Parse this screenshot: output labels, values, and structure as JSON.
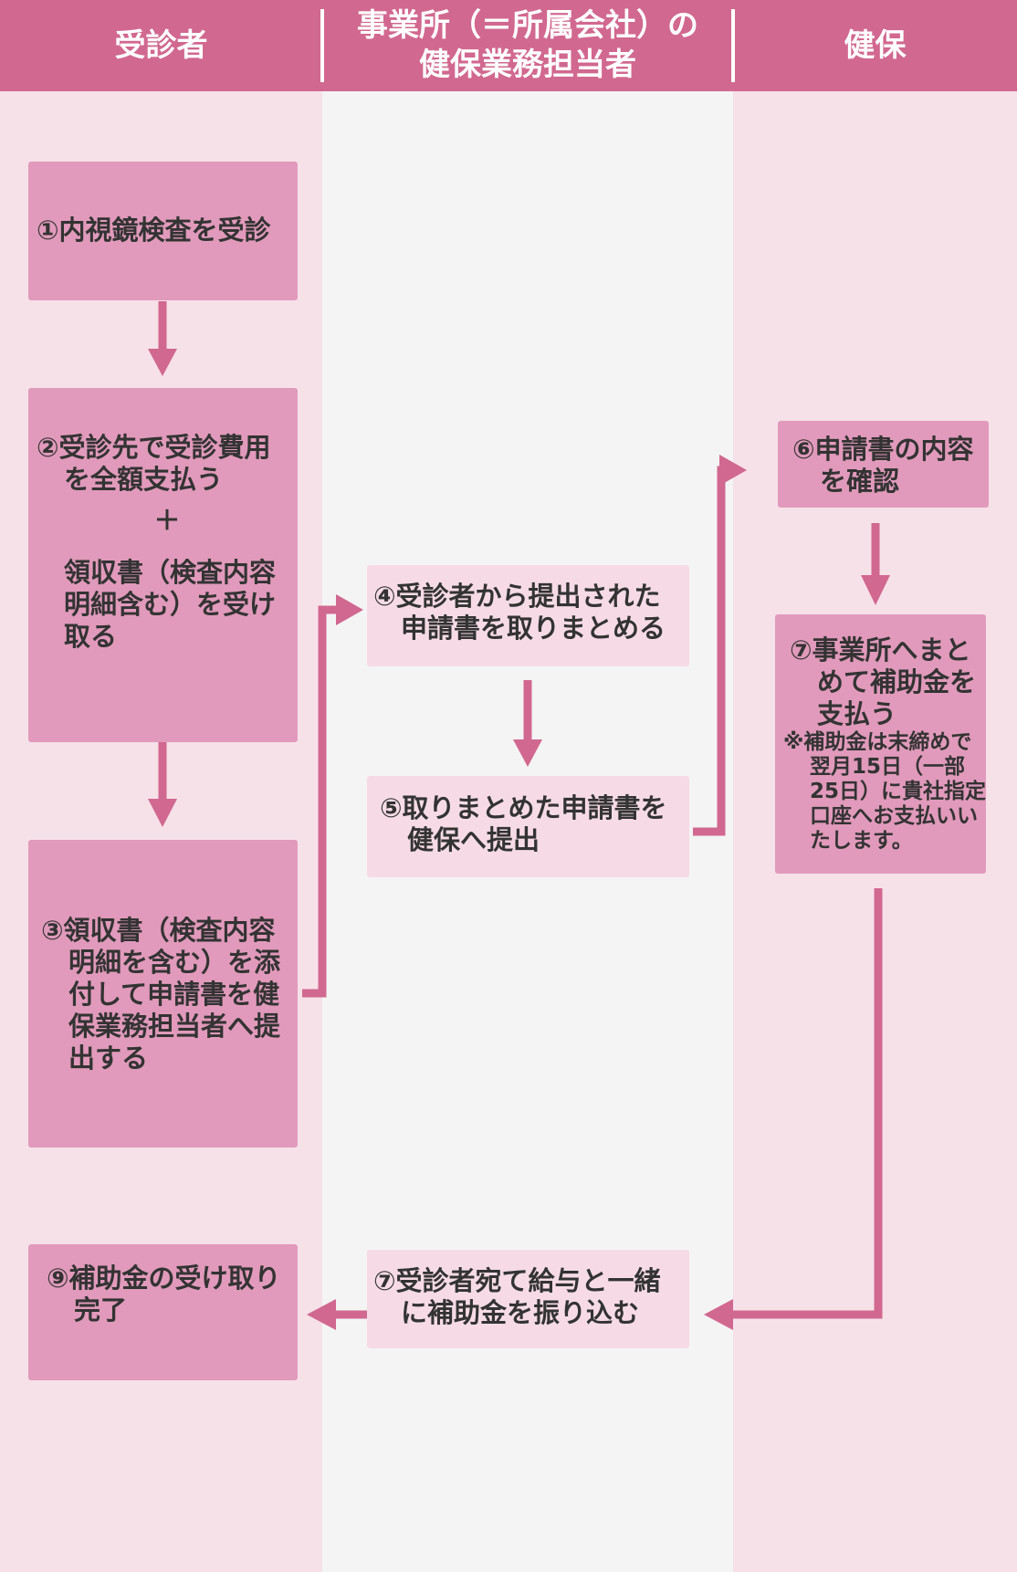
{
  "lanes": {
    "patient": "受診者",
    "office_line1": "事業所（＝所属会社）の",
    "office_line2": "健保業務担当者",
    "insurer": "健保"
  },
  "steps": {
    "s1": {
      "line1": "①内視鏡検査を受診"
    },
    "s2": {
      "line1": "②受診先で受診費用",
      "line2": "を全額支払う",
      "plus": "＋",
      "line3": "領収書（検査内容",
      "line4": "明細含む）を受け",
      "line5": "取る"
    },
    "s3": {
      "line1": "③領収書（検査内容",
      "line2": "明細を含む）を添",
      "line3": "付して申請書を健",
      "line4": "保業務担当者へ提",
      "line5": "出する"
    },
    "s4": {
      "line1": "④受診者から提出された",
      "line2": "申請書を取りまとめる"
    },
    "s5": {
      "line1": "⑤取りまとめた申請書を",
      "line2": "健保へ提出"
    },
    "s6": {
      "line1": "⑥申請書の内容",
      "line2": "を確認"
    },
    "s7a": {
      "line1": "⑦事業所へまと",
      "line2": "めて補助金を",
      "line3": "支払う",
      "note1": "※補助金は末締めで",
      "note2": "翌月15日（一部",
      "note3": "25日）に貴社指定",
      "note4": "口座へお支払いい",
      "note5": "たします。"
    },
    "s7b": {
      "line1": "⑦受診者宛て給与と一緒",
      "line2": "に補助金を振り込む"
    },
    "s9": {
      "line1": "⑨補助金の受け取り",
      "line2": "完了"
    }
  },
  "colors": {
    "header": "#d1688f",
    "arrow": "#d1688f",
    "lane_pink": "#f6e1e9",
    "lane_gray": "#f4f4f4",
    "box_dark": "#e19abb",
    "box_light": "#f6dbe6",
    "text": "#333333"
  }
}
